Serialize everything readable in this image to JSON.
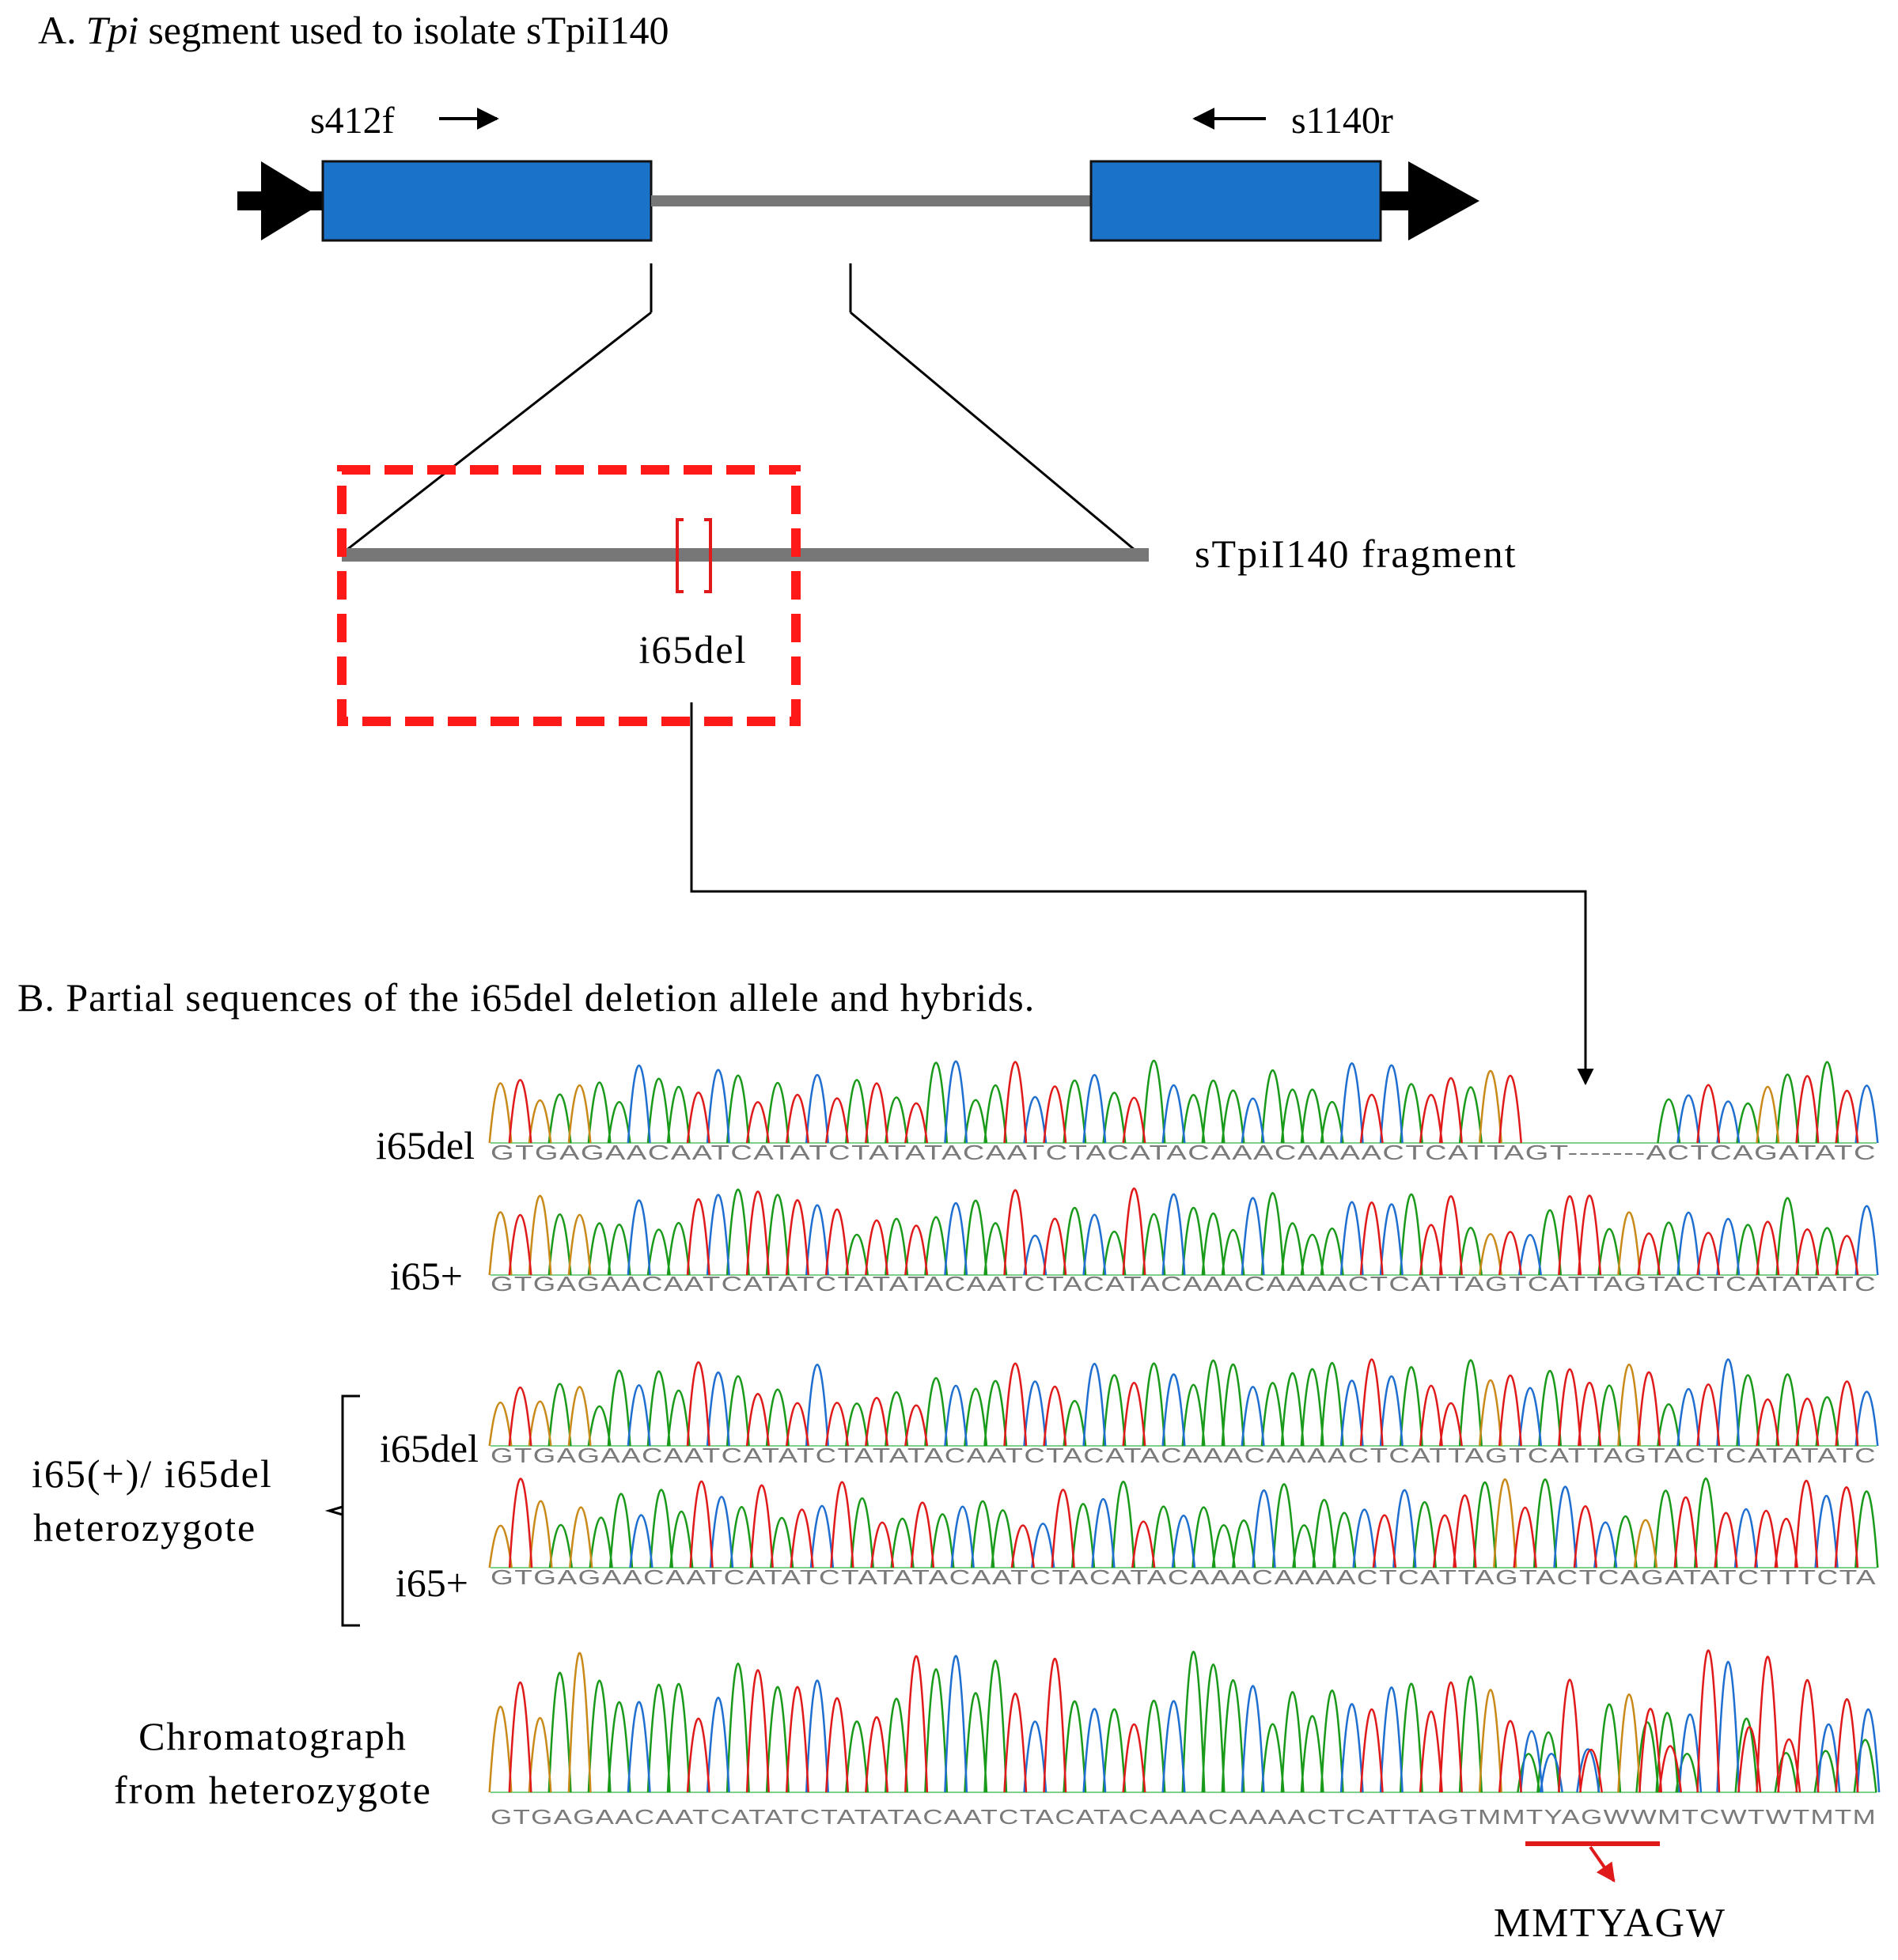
{
  "panel_a": {
    "title_prefix": "A.",
    "title_gene": "Tpi",
    "title_rest": "segment used to isolate sTpiI140",
    "primer_forward": "s412f",
    "primer_reverse": "s1140r",
    "fragment_label": "sTpiI140 fragment",
    "deletion_label": "i65del"
  },
  "panel_b": {
    "title": "B. Partial sequences of the i65del deletion allele and hybrids.",
    "tracks": [
      {
        "label": "i65del",
        "sequence": "GTGAGAACAATCATATCTATATACAATCTACATACAAACAAAACTCATTAGT-------ACTCAGATATC"
      },
      {
        "label": "i65+",
        "sequence": "GTGAGAACAATCATATCTATATACAATCTACATACAAACAAAACTCATTAGTCATTAGTACTCATATATC"
      },
      {
        "label": "i65del",
        "sequence": "GTGAGAACAATCATATCTATATACAATCTACATACAAACAAAACTCATTAGTCATTAGTACTCATATATC"
      },
      {
        "label": "i65+",
        "sequence": "GTGAGAACAATCATATCTATATACAATCTACATACAAACAAAACTCATTAGTACTCAGATATCTTTCTA"
      },
      {
        "label": "",
        "sequence": "GTGAGAACAATCATATCTATATACAATCTACATACAAACAAAACTCATTAGTMMTYAGWWMTCWTWTMTM"
      }
    ],
    "heterozygote_label_line1": "i65(+)/ i65del",
    "heterozygote_label_line2": "heterozygote",
    "chromatograph_label_line1": "Chromatograph",
    "chromatograph_label_line2": "from heterozygote",
    "ambiguity_code": "MMTYAGW"
  },
  "colors": {
    "exon_fill": "#1a72c9",
    "intron_line": "#777777",
    "highlight_box": "#ff1a1a",
    "trace_A": "#1a9a1a",
    "trace_C": "#1f6fd0",
    "trace_G": "#c98a1a",
    "trace_T": "#e01a1a"
  }
}
